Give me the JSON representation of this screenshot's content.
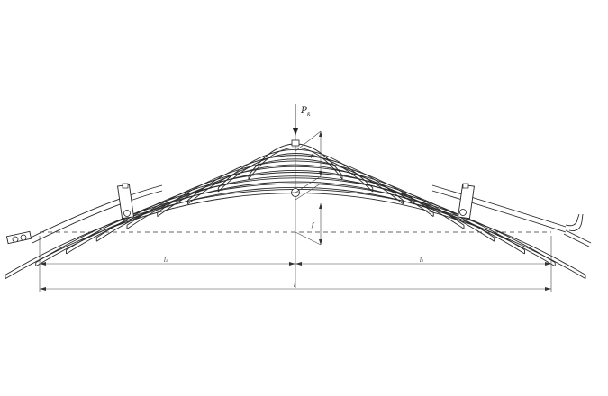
{
  "drawing": {
    "load_label": "P",
    "load_subscript": "k",
    "dim_left_label": "l₁",
    "dim_right_label": "l₂",
    "dim_total_label": "l",
    "dim_height_label": "f",
    "dim_stack_label": "h"
  },
  "spring": {
    "leaf_count": 9,
    "icons": [
      "clip-left",
      "clip-right",
      "center-bolt",
      "eye-left",
      "hook-right"
    ]
  }
}
